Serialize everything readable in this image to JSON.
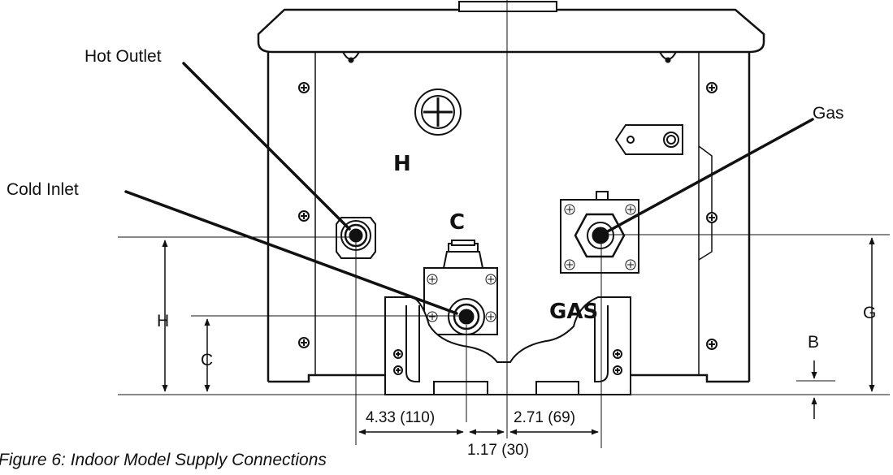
{
  "callouts": {
    "hot_outlet": "Hot Outlet",
    "cold_inlet": "Cold Inlet",
    "gas": "Gas"
  },
  "markings": {
    "hot": "H",
    "cold": "C",
    "gas": "GAS"
  },
  "dimensions": {
    "h": "H",
    "c": "C",
    "g": "G",
    "b": "B",
    "hot_offset": "4.33 (110)",
    "gas_offset": "2.71 (69)",
    "cold_offset": "1.17 (30)"
  },
  "caption": "Figure 6: Indoor Model Supply Connections"
}
